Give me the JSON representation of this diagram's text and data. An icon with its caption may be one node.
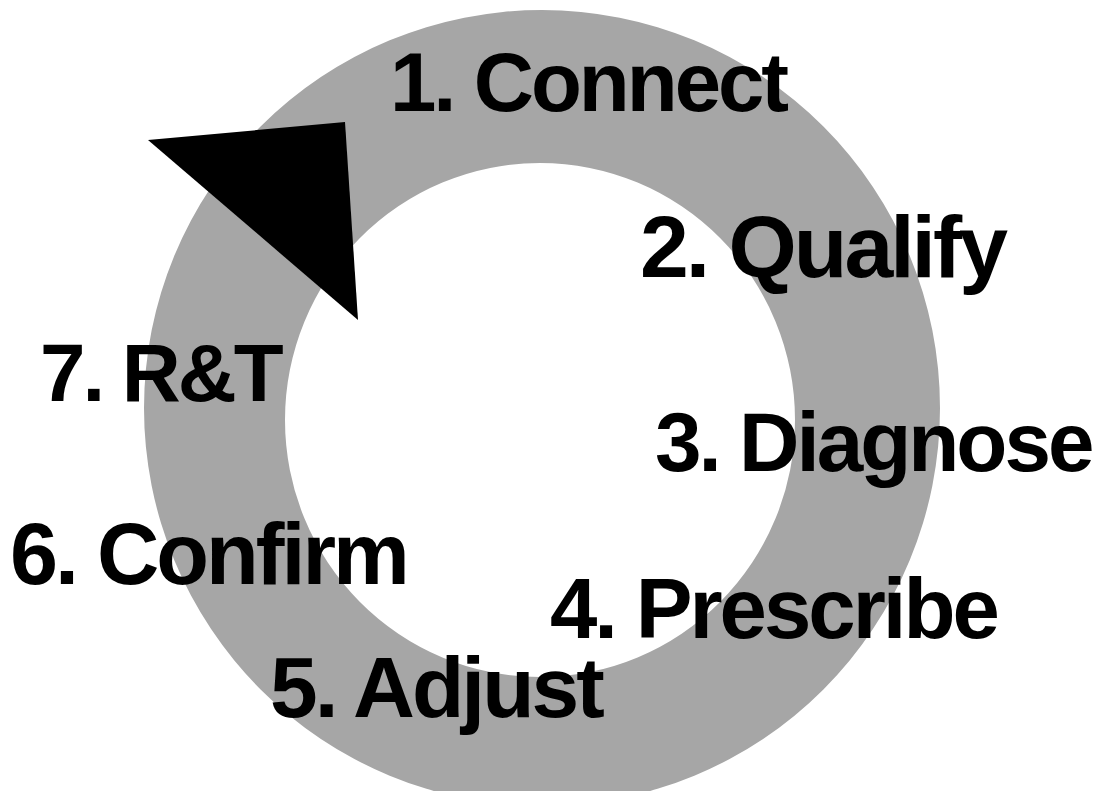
{
  "diagram": {
    "labels": [
      "1. Connect",
      "2. Qualify",
      "3. Diagnose",
      "4. Prescribe",
      "5. Adjust",
      "6. Confirm",
      "7. R&T"
    ]
  }
}
